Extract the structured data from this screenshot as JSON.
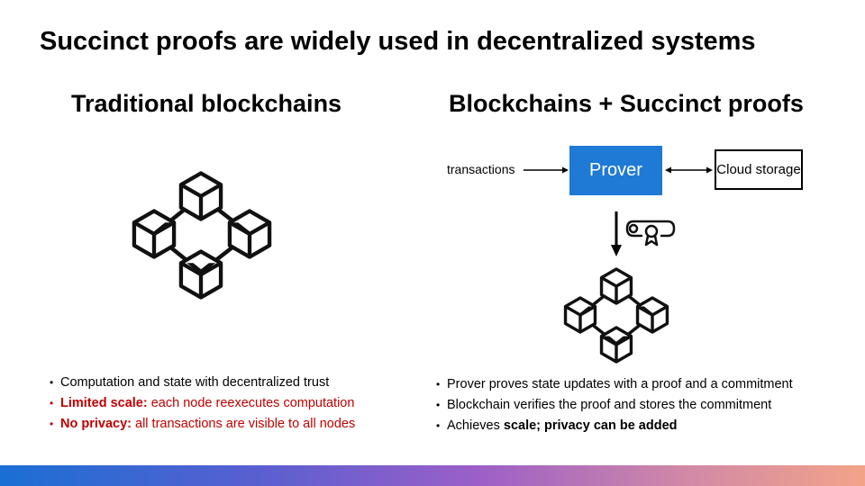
{
  "title": "Succinct proofs are widely used in decentralized systems",
  "left": {
    "heading": "Traditional blockchains",
    "bullets": [
      {
        "text": "Computation and state with decentralized trust"
      },
      {
        "bold": "Limited scale:",
        "text": " each node reexecutes computation"
      },
      {
        "bold": "No privacy:",
        "text": " all transactions are visible to all nodes"
      }
    ]
  },
  "right": {
    "heading": "Blockchains + Succinct proofs",
    "diagram": {
      "input_label": "transactions",
      "prover_label": "Prover",
      "storage_label": "Cloud storage"
    },
    "bullets": [
      {
        "text": "Prover proves state updates with a proof and a commitment"
      },
      {
        "text": "Blockchain verifies the proof and stores the commitment"
      },
      {
        "text": "Achieves ",
        "bold": "scale; privacy can be added"
      }
    ]
  },
  "colors": {
    "prover_fill": "#1f7ad6",
    "emphasis_red": "#c00000",
    "bar_start": "#1a6fd4",
    "bar_end": "#f3a38a"
  },
  "icons": [
    "blockchain-icon",
    "certificate-icon"
  ]
}
